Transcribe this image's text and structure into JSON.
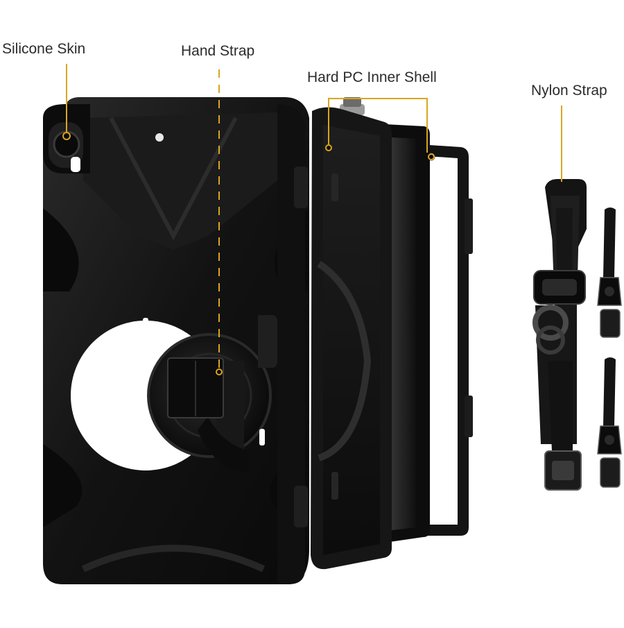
{
  "labels": {
    "silicone_skin": "Silicone Skin",
    "hand_strap": "Hand Strap",
    "inner_shell": "Hard PC Inner Shell",
    "nylon_strap": "Nylon Strap"
  },
  "colors": {
    "accent": "#d9a520",
    "case_black": "#121212",
    "case_edge": "#2a2a2a",
    "background": "#ffffff"
  }
}
